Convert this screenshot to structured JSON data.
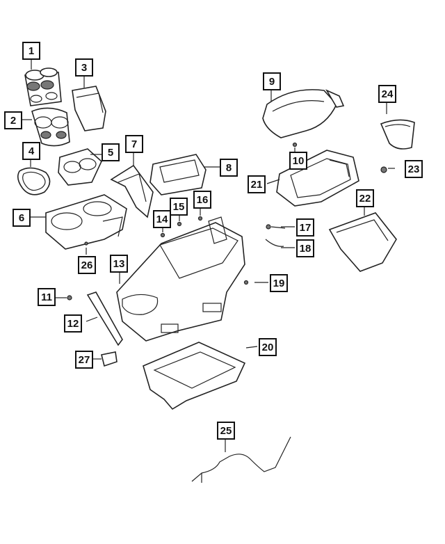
{
  "diagram": {
    "callouts": [
      {
        "id": "callout-1",
        "label": "1"
      },
      {
        "id": "callout-2",
        "label": "2"
      },
      {
        "id": "callout-3",
        "label": "3"
      },
      {
        "id": "callout-4",
        "label": "4"
      },
      {
        "id": "callout-5",
        "label": "5"
      },
      {
        "id": "callout-6",
        "label": "6"
      },
      {
        "id": "callout-7",
        "label": "7"
      },
      {
        "id": "callout-8",
        "label": "8"
      },
      {
        "id": "callout-9",
        "label": "9"
      },
      {
        "id": "callout-10",
        "label": "10"
      },
      {
        "id": "callout-11",
        "label": "11"
      },
      {
        "id": "callout-12",
        "label": "12"
      },
      {
        "id": "callout-13",
        "label": "13"
      },
      {
        "id": "callout-14",
        "label": "14"
      },
      {
        "id": "callout-15",
        "label": "15"
      },
      {
        "id": "callout-16",
        "label": "16"
      },
      {
        "id": "callout-17",
        "label": "17"
      },
      {
        "id": "callout-18",
        "label": "18"
      },
      {
        "id": "callout-19",
        "label": "19"
      },
      {
        "id": "callout-20",
        "label": "20"
      },
      {
        "id": "callout-21",
        "label": "21"
      },
      {
        "id": "callout-22",
        "label": "22"
      },
      {
        "id": "callout-23",
        "label": "23"
      },
      {
        "id": "callout-24",
        "label": "24"
      },
      {
        "id": "callout-25",
        "label": "25"
      },
      {
        "id": "callout-26",
        "label": "26"
      },
      {
        "id": "callout-27",
        "label": "27"
      }
    ]
  }
}
